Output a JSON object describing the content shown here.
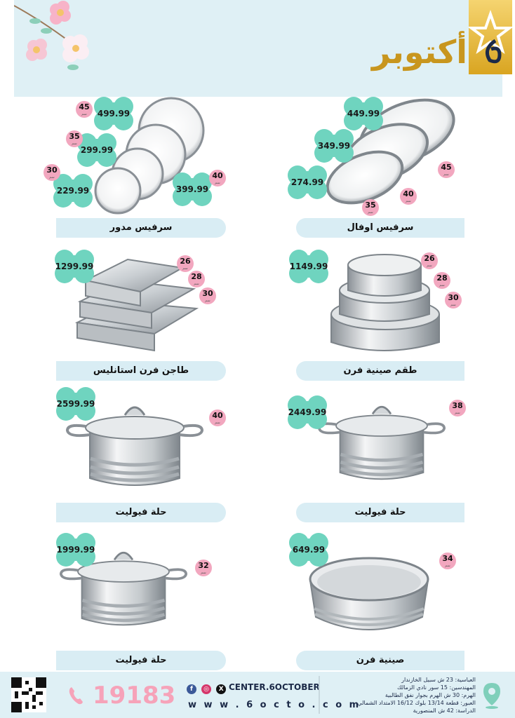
{
  "brand": {
    "name": "أكتوبر",
    "colors": {
      "gold": "#d9a521",
      "header_bg": "#dff0f5",
      "price_flower": "#6fd4bf",
      "size_badge": "#f2a7bf"
    }
  },
  "products": [
    {
      "name": "سرفيس مدور",
      "prices": [
        "499.99",
        "299.99",
        "229.99",
        "399.99"
      ],
      "sizes": [
        "45",
        "35",
        "30",
        "40"
      ]
    },
    {
      "name": "سرفيس اوفال",
      "prices": [
        "449.99",
        "349.99",
        "274.99"
      ],
      "sizes": [
        "45",
        "40",
        "35"
      ]
    },
    {
      "name": "طاجن فرن استانليس",
      "prices": [
        "1299.99"
      ],
      "sizes": [
        "26",
        "28",
        "30"
      ]
    },
    {
      "name": "طقم صينية فرن",
      "prices": [
        "1149.99"
      ],
      "sizes": [
        "26",
        "28",
        "30"
      ]
    },
    {
      "name": "حلة فيوليت",
      "prices": [
        "2599.99"
      ],
      "sizes": [
        "40"
      ]
    },
    {
      "name": "حلة فيوليت",
      "prices": [
        "2449.99"
      ],
      "sizes": [
        "38"
      ]
    },
    {
      "name": "حلة فيوليت",
      "prices": [
        "1999.99"
      ],
      "sizes": [
        "32"
      ]
    },
    {
      "name": "صينية فرن",
      "prices": [
        "649.99"
      ],
      "sizes": [
        "34"
      ]
    }
  ],
  "size_unit": "سم",
  "footer": {
    "hotline": "19183",
    "handle": "CENTER.6OCTOBER",
    "website": "w w w . 6 o c t o . c o m",
    "addresses": [
      "العباسية: 23 ش سبيل الخازندار",
      "المهندسين: 15 سور نادي الزمالك",
      "الهرم: 30 ش الهرم بجوار نفق الطالبية",
      "العبور: قطعة 13/14 بلوك 16/12 الامتداد الشمالي",
      "الدراسة: 42 ش المنصورية"
    ]
  }
}
